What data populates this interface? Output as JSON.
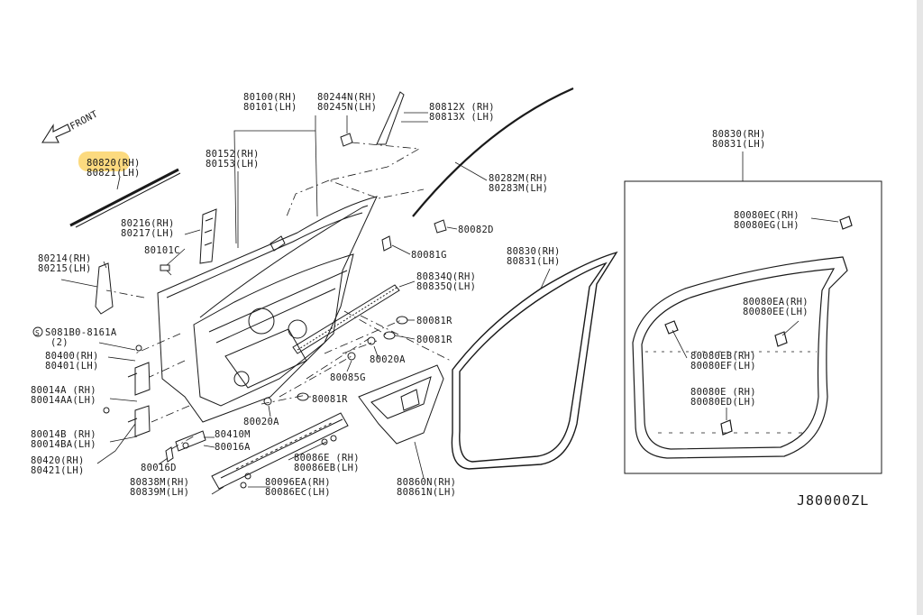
{
  "diagram": {
    "direction_label": "FRONT",
    "drawing_code": "J80000ZL",
    "highlight_color": "#fcd671",
    "line_color": "#1a1a1a",
    "parts": [
      {
        "id": "p80820",
        "rh": "80820(RH)",
        "lh": "80821(LH)",
        "highlighted": true
      },
      {
        "id": "p80216",
        "rh": "80216(RH)",
        "lh": "80217(LH)"
      },
      {
        "id": "p80214",
        "rh": "80214(RH)",
        "lh": "80215(LH)"
      },
      {
        "id": "p08180",
        "rh": "S081B0-8161A",
        "lh": "(2)"
      },
      {
        "id": "p80400",
        "rh": "80400(RH)",
        "lh": "80401(LH)"
      },
      {
        "id": "p80014a",
        "rh": "80014A (RH)",
        "lh": "80014AA(LH)"
      },
      {
        "id": "p80014b",
        "rh": "80014B (RH)",
        "lh": "80014BA(LH)"
      },
      {
        "id": "p80420",
        "rh": "80420(RH)",
        "lh": "80421(LH)"
      },
      {
        "id": "p80100",
        "rh": "80100(RH)",
        "lh": "80101(LH)"
      },
      {
        "id": "p80152",
        "rh": "80152(RH)",
        "lh": "80153(LH)"
      },
      {
        "id": "p80244",
        "rh": "80244N(RH)",
        "lh": "80245N(LH)"
      },
      {
        "id": "p80812",
        "rh": "80812X (RH)",
        "lh": "80813X (LH)"
      },
      {
        "id": "p80282",
        "rh": "80282M(RH)",
        "lh": "80283M(LH)"
      },
      {
        "id": "p80834",
        "rh": "80834Q(RH)",
        "lh": "80835Q(LH)"
      },
      {
        "id": "p80830a",
        "rh": "80830(RH)",
        "lh": "80831(LH)"
      },
      {
        "id": "p80830b",
        "rh": "80830(RH)",
        "lh": "80831(LH)"
      },
      {
        "id": "p80080ec",
        "rh": "80080EC(RH)",
        "lh": "80080EG(LH)"
      },
      {
        "id": "p80080ea",
        "rh": "80080EA(RH)",
        "lh": "80080EE(LH)"
      },
      {
        "id": "p80080eb",
        "rh": "80080EB(RH)",
        "lh": "80080EF(LH)"
      },
      {
        "id": "p80080e",
        "rh": "80080E (RH)",
        "lh": "80080ED(LH)"
      },
      {
        "id": "p80086e",
        "rh": "80086E (RH)",
        "lh": "80086EB(LH)"
      },
      {
        "id": "p80096ea",
        "rh": "80096EA(RH)",
        "lh": "80086EC(LH)"
      },
      {
        "id": "p80838",
        "rh": "80838M(RH)",
        "lh": "80839M(LH)"
      },
      {
        "id": "p80860",
        "rh": "80860N(RH)",
        "lh": "80861N(LH)"
      }
    ],
    "single_labels": [
      {
        "id": "s80101c",
        "text": "80101C"
      },
      {
        "id": "s80082d",
        "text": "80082D"
      },
      {
        "id": "s80081g",
        "text": "80081G"
      },
      {
        "id": "s80081r1",
        "text": "80081R"
      },
      {
        "id": "s80081r2",
        "text": "80081R"
      },
      {
        "id": "s80081r3",
        "text": "80081R"
      },
      {
        "id": "s80020a1",
        "text": "80020A"
      },
      {
        "id": "s80020a2",
        "text": "80020A"
      },
      {
        "id": "s80085g",
        "text": "80085G"
      },
      {
        "id": "s80410m",
        "text": "80410M"
      },
      {
        "id": "s80016a",
        "text": "80016A"
      },
      {
        "id": "s80016d",
        "text": "80016D"
      }
    ]
  }
}
